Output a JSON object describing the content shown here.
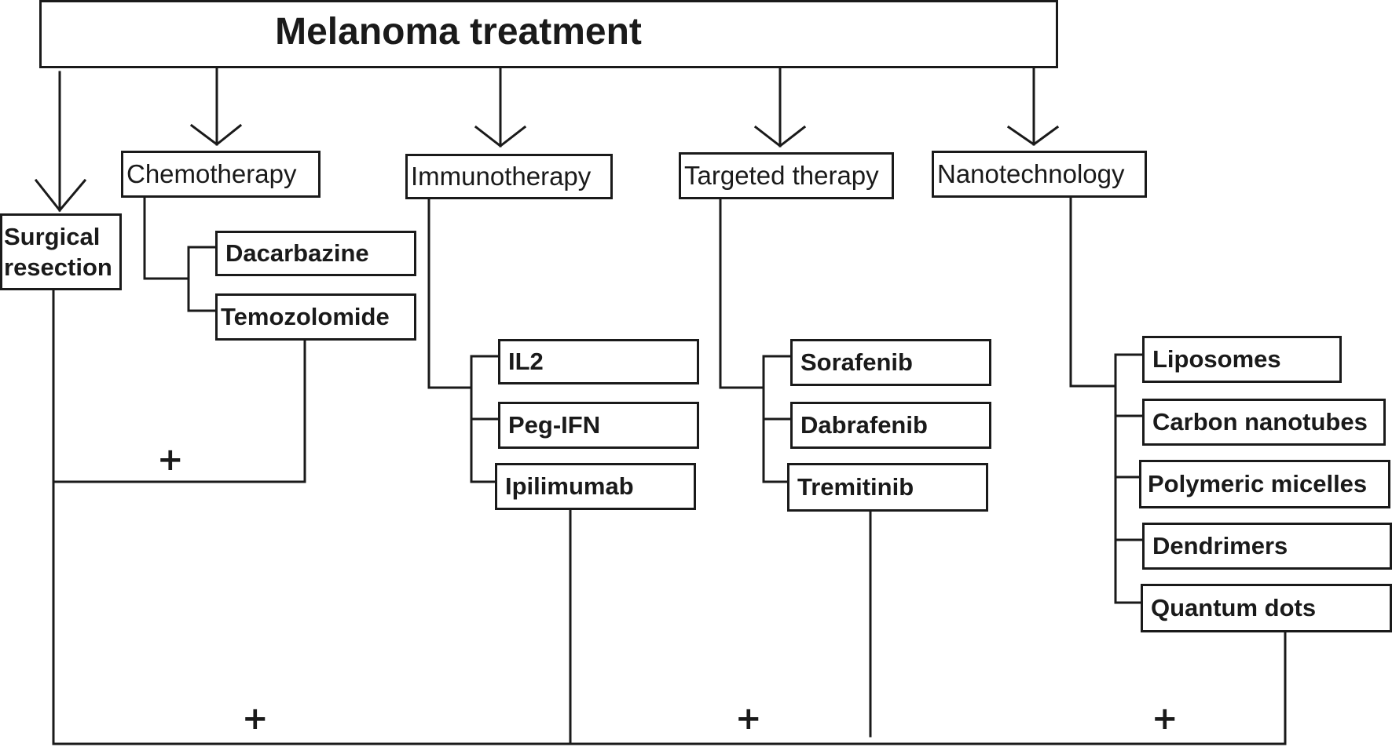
{
  "title": "Melanoma treatment",
  "categories": {
    "surgery": "Surgical resection",
    "chemotherapy": "Chemotherapy",
    "immunotherapy": "Immunotherapy",
    "targeted": "Targeted therapy",
    "nanotechnology": "Nanotechnology"
  },
  "chemotherapy_drugs": [
    "Dacarbazine",
    "Temozolomide"
  ],
  "immunotherapy_drugs": [
    "IL2",
    "Peg-IFN",
    "Ipilimumab"
  ],
  "targeted_drugs": [
    "Sorafenib",
    "Dabrafenib",
    "Tremitinib"
  ],
  "nanotechnology_items": [
    "Liposomes",
    "Carbon nanotubes",
    "Polymeric micelles",
    "Dendrimers",
    "Quantum dots"
  ],
  "combine_symbol": "+"
}
